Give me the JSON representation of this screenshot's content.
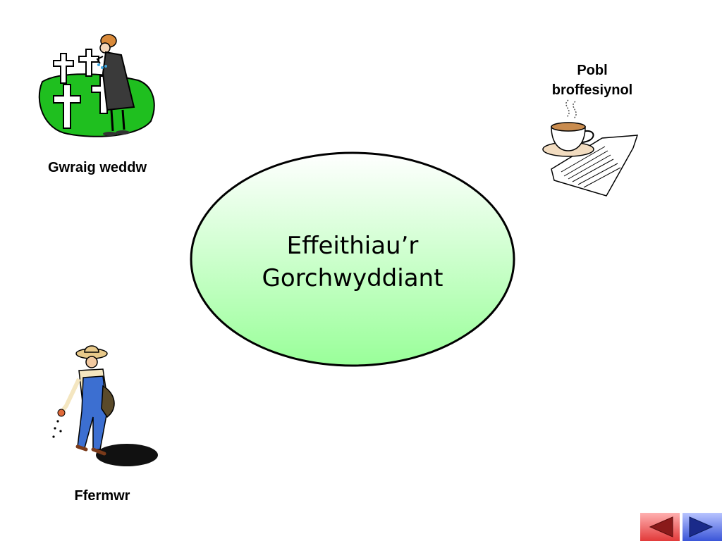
{
  "labels": {
    "widow": "Gwraig weddw",
    "professionals_line1": "Pobl",
    "professionals_line2": "broffesiynol",
    "farmer": "Ffermwr"
  },
  "center": {
    "line1": "Effeithiau’r",
    "line2": "Gorchwyddiant"
  },
  "colors": {
    "ellipse_top": "#ffffff",
    "ellipse_bottom": "#99ff99",
    "grass": "#1fbf1f",
    "nav_back": "#e23a3a",
    "nav_forward": "#3a55d8"
  },
  "icons": {
    "widow": "widow-at-graves-icon",
    "professionals": "coffee-and-newspaper-icon",
    "farmer": "farmer-sowing-icon",
    "back": "back-arrow-icon",
    "forward": "forward-arrow-icon"
  }
}
